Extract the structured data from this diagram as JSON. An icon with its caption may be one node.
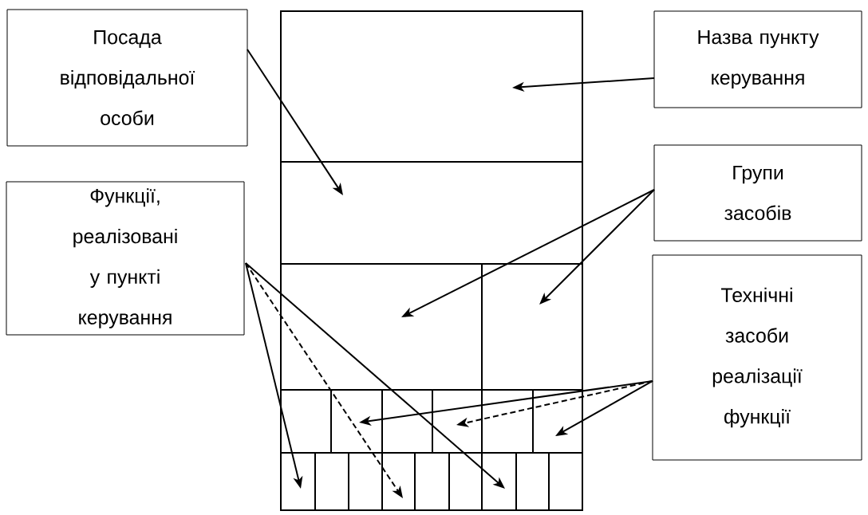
{
  "diagram": {
    "nodes": [
      {
        "text": [
          "Посада відповідальної особи"
        ]
      },
      {
        "text": [
          "Назва пункту керування"
        ]
      },
      {
        "text": [
          "Групи засобів"
        ]
      },
      {
        "text": [
          "Функції, реалізовані у пункті керування"
        ]
      },
      {
        "text": [
          "Технічні засоби реалізації функції"
        ]
      }
    ],
    "edges": [
      {
        "from": 0,
        "to": null,
        "arrow": "to"
      },
      {
        "from": 1,
        "to": null,
        "arrow": "to"
      },
      {
        "from": 2,
        "to": null,
        "arrow": "to"
      },
      {
        "from": 2,
        "to": null,
        "arrow": "to"
      },
      {
        "from": 3,
        "to": null,
        "arrow": "to"
      },
      {
        "from": 3,
        "to": null,
        "arrow": "to",
        "style": "dashed"
      },
      {
        "from": 3,
        "to": null,
        "arrow": "to"
      },
      {
        "from": 4,
        "to": null,
        "arrow": "to"
      },
      {
        "from": 4,
        "to": null,
        "arrow": "to",
        "style": "dashed"
      },
      {
        "from": 4,
        "to": null,
        "arrow": "to"
      }
    ]
  }
}
